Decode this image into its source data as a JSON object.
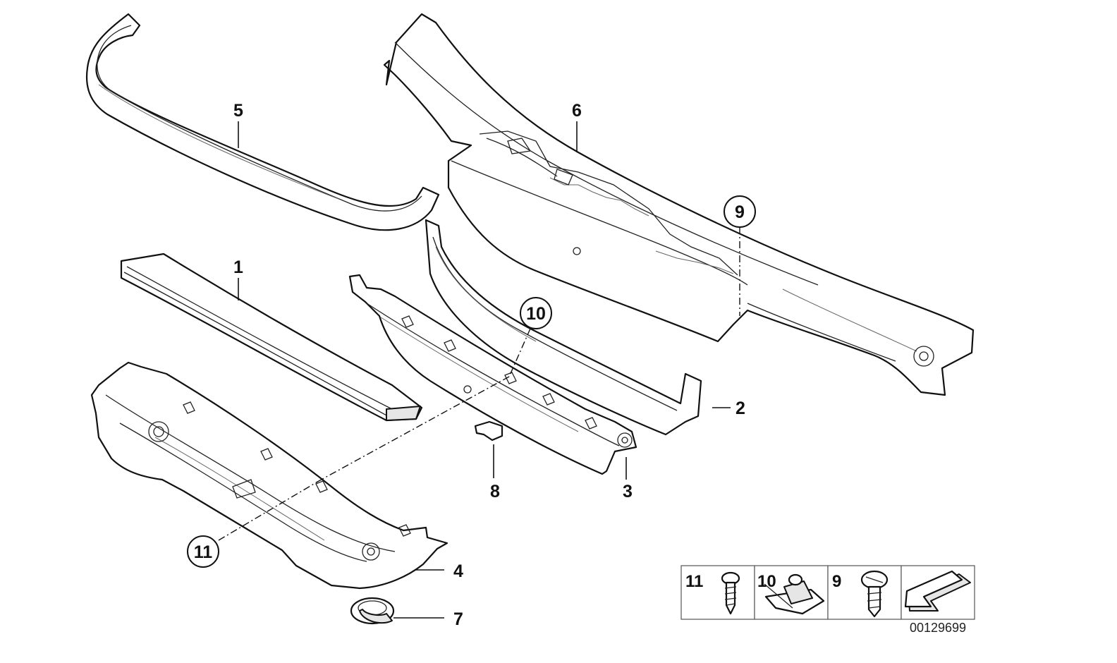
{
  "callouts": {
    "p1": "1",
    "p2": "2",
    "p3": "3",
    "p4": "4",
    "p5": "5",
    "p6": "6",
    "p7": "7",
    "p8": "8",
    "p9": "9",
    "p10": "10",
    "p11": "11"
  },
  "legend": {
    "cells": [
      "11",
      "10",
      "9"
    ]
  },
  "document_number": "00129699"
}
